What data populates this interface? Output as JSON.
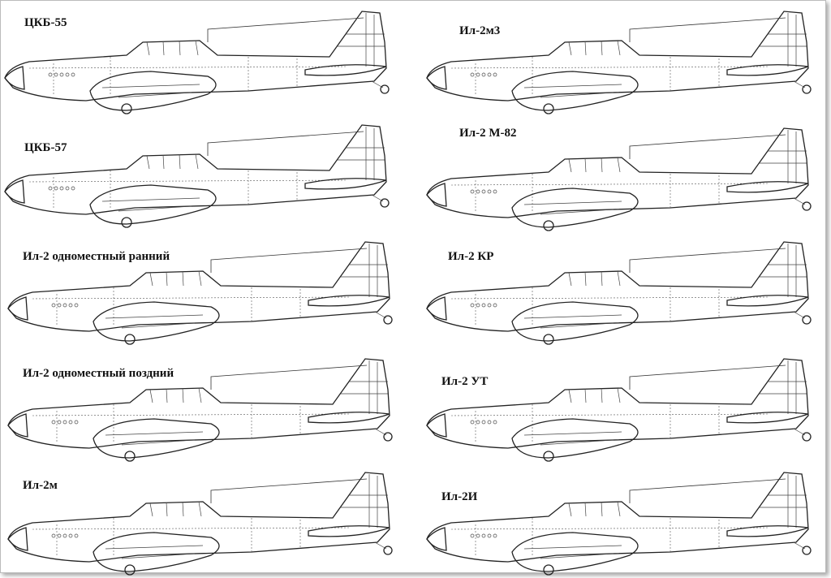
{
  "variants": [
    {
      "label": "ЦКБ-55"
    },
    {
      "label": "ЦКБ-57"
    },
    {
      "label": "Ил-2 одноместный ранний"
    },
    {
      "label": "Ил-2 одноместный поздний"
    },
    {
      "label": "Ил-2м"
    },
    {
      "label": "Ил-2м3"
    },
    {
      "label": "Ил-2 М-82"
    },
    {
      "label": "Ил-2 КР"
    },
    {
      "label": "Ил-2 УТ"
    },
    {
      "label": "Ил-2И"
    }
  ]
}
